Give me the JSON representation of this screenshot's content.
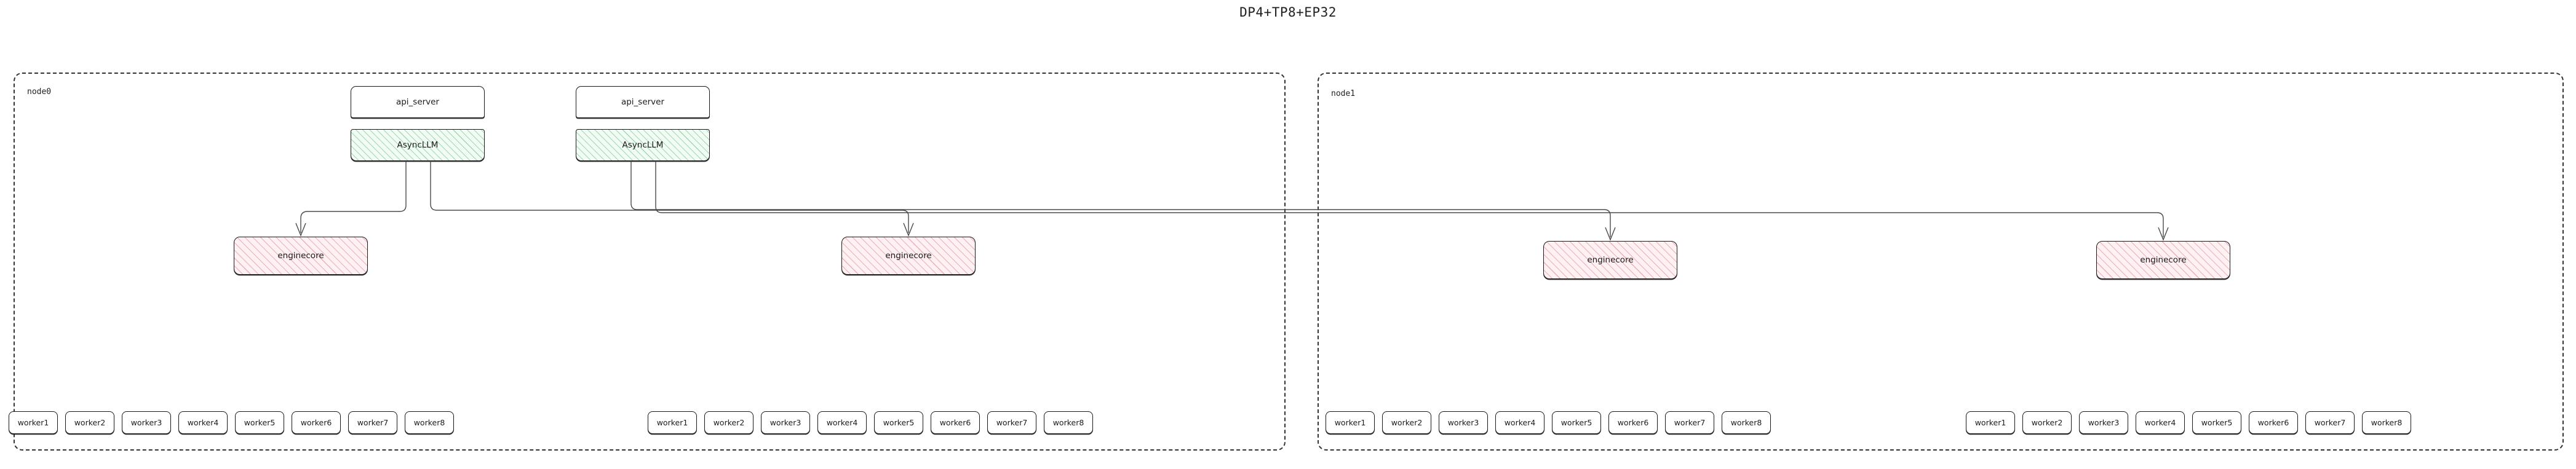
{
  "title": "DP4+TP8+EP32",
  "colors": {
    "async_llm_fill": "#f2fbf4",
    "async_llm_hatch": "#5abe78",
    "enginecore_fill": "#fdf1f3",
    "enginecore_hatch": "#e27882",
    "node_border": "#333333",
    "box_border": "#1a1a1a",
    "edge": "#4a4a4a",
    "text": "#1b1b1b"
  },
  "nodes": [
    {
      "id": "node0",
      "label": "node0",
      "api_servers": [
        {
          "label": "api_server"
        },
        {
          "label": "api_server"
        }
      ],
      "async_llms": [
        {
          "label": "AsyncLLM"
        },
        {
          "label": "AsyncLLM"
        }
      ],
      "enginecores": [
        {
          "label": "enginecore"
        },
        {
          "label": "enginecore"
        }
      ],
      "worker_groups": [
        {
          "workers": [
            "worker1",
            "worker2",
            "worker3",
            "worker4",
            "worker5",
            "worker6",
            "worker7",
            "worker8"
          ]
        },
        {
          "workers": [
            "worker1",
            "worker2",
            "worker3",
            "worker4",
            "worker5",
            "worker6",
            "worker7",
            "worker8"
          ]
        }
      ]
    },
    {
      "id": "node1",
      "label": "node1",
      "api_servers": [],
      "async_llms": [],
      "enginecores": [
        {
          "label": "enginecore"
        },
        {
          "label": "enginecore"
        }
      ],
      "worker_groups": [
        {
          "workers": [
            "worker1",
            "worker2",
            "worker3",
            "worker4",
            "worker5",
            "worker6",
            "worker7",
            "worker8"
          ]
        },
        {
          "workers": [
            "worker1",
            "worker2",
            "worker3",
            "worker4",
            "worker5",
            "worker6",
            "worker7",
            "worker8"
          ]
        }
      ]
    }
  ]
}
